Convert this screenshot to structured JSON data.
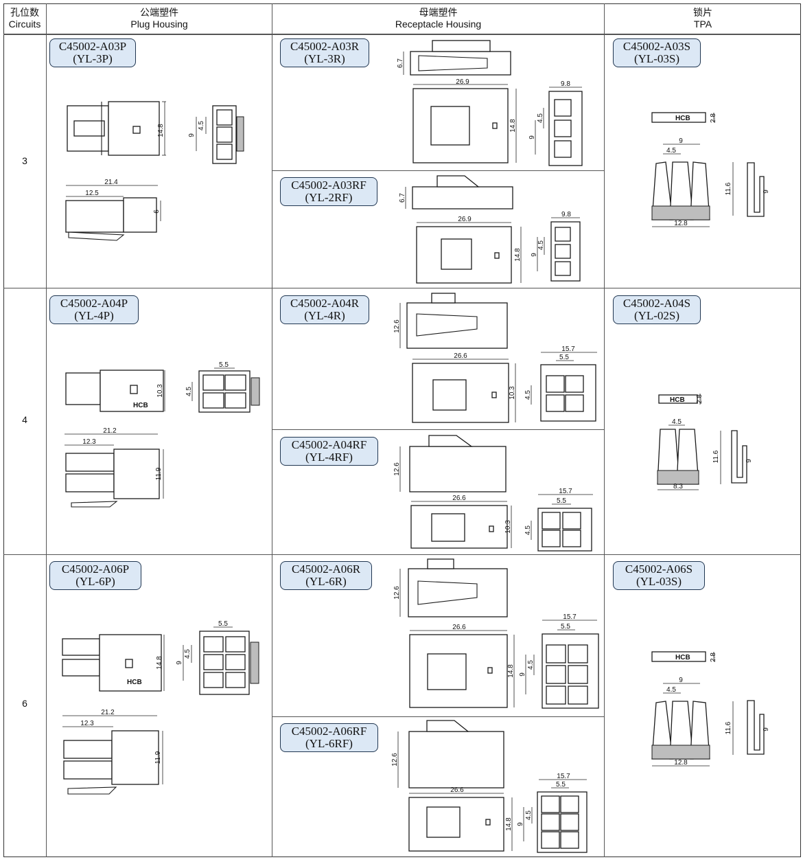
{
  "header": {
    "circuits_cn": "孔位数",
    "circuits_en": "Circuits",
    "plug_cn": "公端塑件",
    "plug_en": "Plug Housing",
    "receptacle_cn": "母端塑件",
    "receptacle_en": "Receptacle Housing",
    "tpa_cn": "锁片",
    "tpa_en": "TPA"
  },
  "rows": [
    {
      "circuits": "3",
      "plug": {
        "part": "C45002-A03P",
        "alt": "(YL-3P)",
        "dims": [
          "14.8",
          "9",
          "4.5",
          "21.4",
          "12.5",
          "6"
        ]
      },
      "receptacles": [
        {
          "part": "C45002-A03R",
          "alt": "(YL-3R)",
          "dims": [
            "6.7",
            "26.9",
            "14.8",
            "9.8",
            "4.5",
            "9"
          ]
        },
        {
          "part": "C45002-A03RF",
          "alt": "(YL-2RF)",
          "dims": [
            "6.7",
            "26.9",
            "14.8",
            "9.8",
            "4.5",
            "9"
          ]
        }
      ],
      "tpa": {
        "part": "C45002-A03S",
        "alt": "(YL-03S)",
        "dims": [
          "2.8",
          "9",
          "4.5",
          "11.6",
          "9",
          "12.8"
        ]
      }
    },
    {
      "circuits": "4",
      "plug": {
        "part": "C45002-A04P",
        "alt": "(YL-4P)",
        "dims": [
          "10.3",
          "5.5",
          "4.5",
          "21.2",
          "12.3",
          "11.9"
        ]
      },
      "receptacles": [
        {
          "part": "C45002-A04R",
          "alt": "(YL-4R)",
          "dims": [
            "12.6",
            "26.6",
            "10.3",
            "15.7",
            "5.5",
            "4.5"
          ]
        },
        {
          "part": "C45002-A04RF",
          "alt": "(YL-4RF)",
          "dims": [
            "12.6",
            "26.6",
            "10.3",
            "15.7",
            "5.5",
            "4.5"
          ]
        }
      ],
      "tpa": {
        "part": "C45002-A04S",
        "alt": "(YL-02S)",
        "dims": [
          "2.8",
          "4.5",
          "11.6",
          "9",
          "8.3"
        ]
      }
    },
    {
      "circuits": "6",
      "plug": {
        "part": "C45002-A06P",
        "alt": "(YL-6P)",
        "dims": [
          "14.8",
          "5.5",
          "9",
          "4.5",
          "21.2",
          "12.3",
          "11.9"
        ]
      },
      "receptacles": [
        {
          "part": "C45002-A06R",
          "alt": "(YL-6R)",
          "dims": [
            "12.6",
            "26.6",
            "14.8",
            "15.7",
            "5.5",
            "9",
            "4.5"
          ]
        },
        {
          "part": "C45002-A06RF",
          "alt": "(YL-6RF)",
          "dims": [
            "12.6",
            "26.6",
            "14.8",
            "15.7",
            "5.5",
            "9",
            "4.5"
          ]
        }
      ],
      "tpa": {
        "part": "C45002-A06S",
        "alt": "(YL-03S)",
        "dims": [
          "2.8",
          "9",
          "4.5",
          "11.6",
          "9",
          "12.8"
        ]
      }
    }
  ],
  "logo_text": "HCB",
  "icons": {
    "drawing": "connector-line-drawing"
  }
}
